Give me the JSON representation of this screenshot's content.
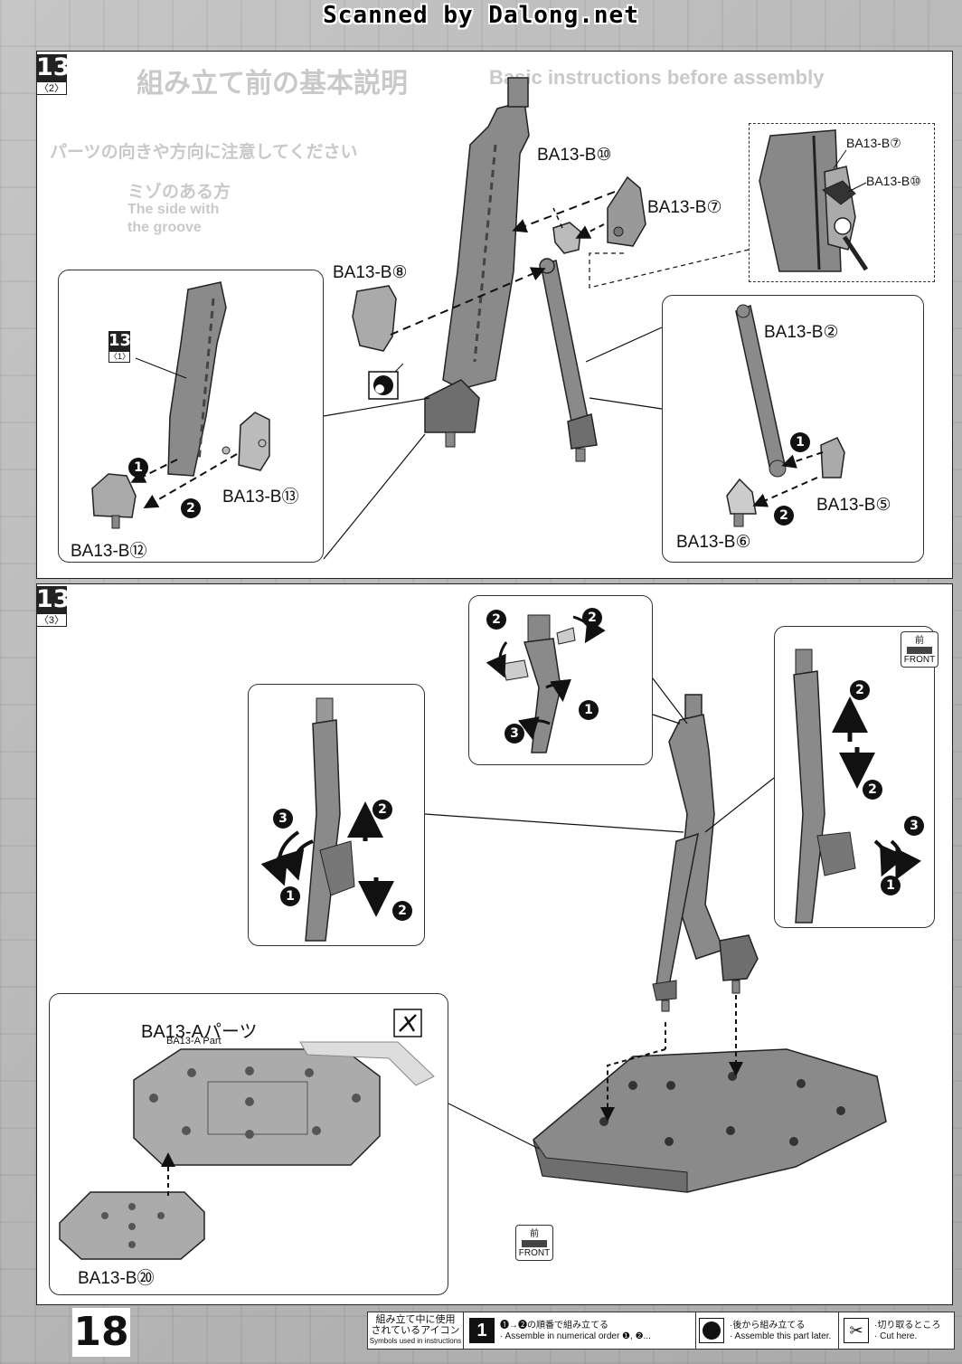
{
  "watermark": "Scanned by Dalong.net",
  "step_top": {
    "number": "13",
    "sub": "〈2〉"
  },
  "step_bottom": {
    "number": "13",
    "sub": "〈3〉"
  },
  "inset_ref": {
    "number": "13",
    "sub": "〈1〉"
  },
  "ghost_text": {
    "header_jp": "組み立て前の基本説明",
    "header_en": "Basic instructions before assembly",
    "note_jp": "パーツの向きや方向に注意してください",
    "side_jp": "ミゾのある方",
    "side_en1": "The side with",
    "side_en2": "the groove"
  },
  "parts": {
    "b10": "BA13-B⑩",
    "b7": "BA13-B⑦",
    "b8": "BA13-B⑧",
    "b13": "BA13-B⑬",
    "b12": "BA13-B⑫",
    "b2": "BA13-B②",
    "b5": "BA13-B⑤",
    "b6": "BA13-B⑥",
    "zoom_b7": "BA13-B⑦",
    "zoom_b10": "BA13-B⑩",
    "b20": "BA13-B⑳",
    "a_parts_jp": "BA13-Aパーツ",
    "a_parts_en": "BA13-A Part"
  },
  "step_numbers": [
    "1",
    "2",
    "3"
  ],
  "front_badge": {
    "jp": "前",
    "en": "FRONT"
  },
  "page_number": "18",
  "legend": {
    "title_jp1": "組み立て中に使用",
    "title_jp2": "されているアイコン",
    "title_en": "Symbols used in instructions",
    "item1_jp": "❶→❷の順番で組み立てる",
    "item1_en": "· Assemble in numerical order ❶, ❷...",
    "item1_icon": "1",
    "item2_jp": "·後から組み立てる",
    "item2_en": "· Assemble this part later.",
    "item3_jp": "·切り取るところ",
    "item3_en": "· Cut here."
  },
  "colors": {
    "panel_bg": "#ffffff",
    "part_fill": "#8a8a8a",
    "part_dark": "#5e5e5e",
    "line": "#111111"
  }
}
